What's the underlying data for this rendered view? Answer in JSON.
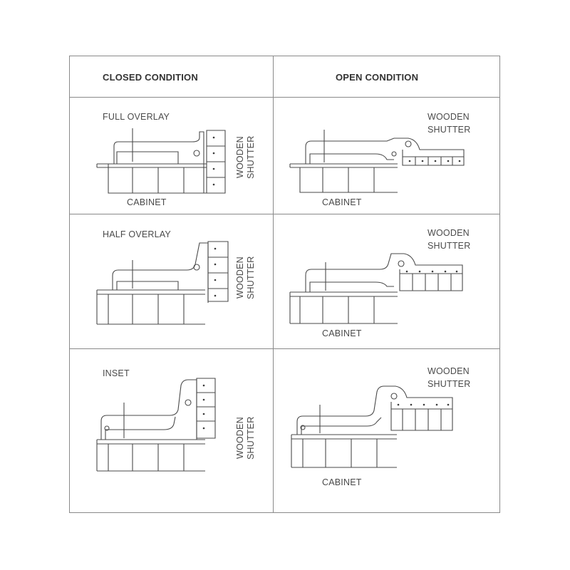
{
  "headers": {
    "closed": "CLOSED CONDITION",
    "open": "OPEN CONDITION"
  },
  "rows": [
    {
      "type": "FULL OVERLAY",
      "closed_shutter_label": "WOODEN\nSHUTTER",
      "closed_cabinet_label": "CABINET",
      "open_shutter_label": "WOODEN\nSHUTTER",
      "open_cabinet_label": "CABINET"
    },
    {
      "type": "HALF OVERLAY",
      "closed_shutter_label": "WOODEN\nSHUTTER",
      "open_shutter_label": "WOODEN\nSHUTTER",
      "open_cabinet_label": "CABINET"
    },
    {
      "type": "INSET",
      "closed_shutter_label": "WOODEN\nSHUTTER",
      "open_shutter_label": "WOODEN\nSHUTTER",
      "open_cabinet_label": "CABINET"
    }
  ]
}
